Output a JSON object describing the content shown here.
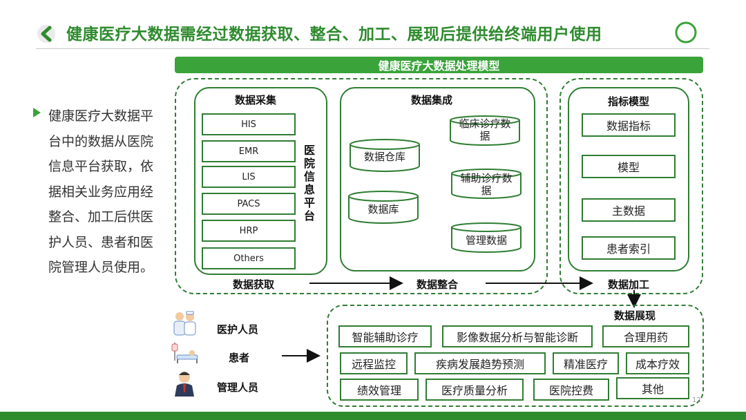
{
  "title": "健康医疗大数据需经过数据获取、整合、加工、展现后提供给终端用户使用",
  "banner": "健康医疗大数据处理模型",
  "description": "健康医疗大数据平台中的数据从医院信息平台获取，依据相关业务应用经整合、加工后供医护人员、患者和医院管理人员使用。",
  "acquisition": {
    "title": "数据采集",
    "systems": [
      "HIS",
      "EMR",
      "LIS",
      "PACS",
      "HRP",
      "Others"
    ],
    "platform_label": "医院信息平台"
  },
  "integration": {
    "title": "数据集成",
    "left_stores": [
      "数据仓库",
      "数据库"
    ],
    "right_stores": [
      "临床诊疗数据",
      "辅助诊疗数据",
      "管理数据"
    ]
  },
  "indicator": {
    "title": "指标模型",
    "items": [
      "数据指标",
      "模型",
      "主数据",
      "患者索引"
    ]
  },
  "flow": {
    "acquire": "数据获取",
    "integrate": "数据整合",
    "process": "数据加工",
    "present": "数据展现"
  },
  "users": {
    "labels": [
      "医护人员",
      "患者",
      "管理人员"
    ]
  },
  "applications": {
    "row1": [
      "智能辅助诊疗",
      "影像数据分析与智能诊断",
      "合理用药"
    ],
    "row2": [
      "远程监控",
      "疾病发展趋势预测",
      "精准医疗",
      "成本疗效"
    ],
    "row3": [
      "绩效管理",
      "医疗质量分析",
      "医院控费",
      "其他"
    ]
  },
  "page_number": "12",
  "colors": {
    "accent": "#3aa33a",
    "dark_green": "#2e7d32",
    "title_green": "#2e8b2e"
  }
}
